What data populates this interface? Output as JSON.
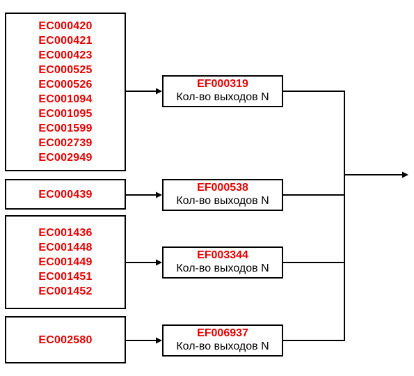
{
  "groups": [
    {
      "inputs": [
        "EC000420",
        "EC000421",
        "EC000423",
        "EC000525",
        "EC000526",
        "EC001094",
        "EC001095",
        "EC001599",
        "EC002739",
        "EC002949"
      ],
      "feature": {
        "code": "EF000319",
        "label": "Кол-во выходов N"
      }
    },
    {
      "inputs": [
        "EC000439"
      ],
      "feature": {
        "code": "EF000538",
        "label": "Кол-во выходов N"
      }
    },
    {
      "inputs": [
        "EC001436",
        "EC001448",
        "EC001449",
        "EC001451",
        "EC001452"
      ],
      "feature": {
        "code": "EF003344",
        "label": "Кол-во выходов N"
      }
    },
    {
      "inputs": [
        "EC002580"
      ],
      "feature": {
        "code": "EF006937",
        "label": "Кол-во выходов N"
      }
    }
  ],
  "colors": {
    "code": "#e60000",
    "line": "#000000",
    "text": "#000000"
  }
}
